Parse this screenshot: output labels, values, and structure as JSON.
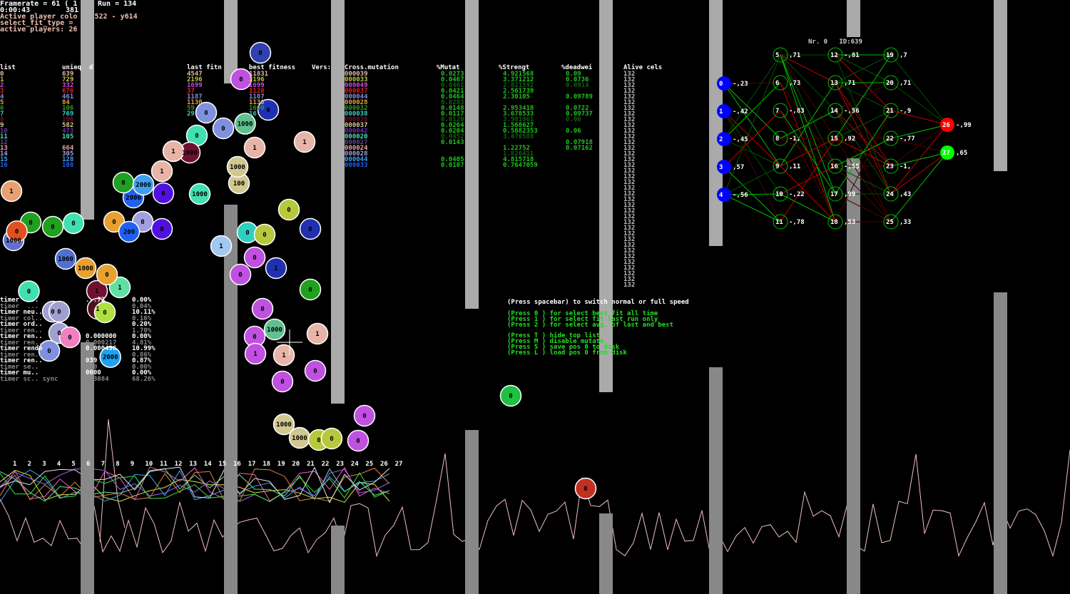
{
  "hud": {
    "framerate": "Framerate = 61 ( 1",
    "time": "0:00:43",
    "frames": "381",
    "run": "Run = 134",
    "active_color": "Active player colo    522 - y614",
    "fit_type": "select_fit_type =",
    "active_players": "active players: 26"
  },
  "table": {
    "headers": {
      "list": "list",
      "unique": "unieq  d",
      "last_fitness": "last fitn",
      "best_fitness": "best fitness",
      "version": "Vers:",
      "cross": "Cross.mutation",
      "mutation": "%Mutat",
      "strength": "%Strengt",
      "deadweight": "%deadwei",
      "alive": "Alive cels"
    },
    "rows": [
      {
        "id": "0",
        "unique": "639",
        "last": "4547",
        "best": "11831",
        "cross": "000039",
        "mut": "0.0273",
        "str": "4.921568",
        "dead": "0.09",
        "alive": "132",
        "color": "#e8b4a8"
      },
      {
        "id": "1",
        "unique": "729",
        "last": "2196",
        "best": "2196",
        "cross": "000033",
        "mut": "0.0467",
        "str": "3.371212",
        "dead": "0.0736",
        "alive": "132",
        "color": "#b8c83c"
      },
      {
        "id": "2",
        "unique": "332",
        "last": "1699",
        "best": "1699",
        "cross": "000049",
        "mut": "0.0461",
        "str": "2.821592",
        "dead": "0.0914",
        "alive": "132",
        "color": "#c050e0"
      },
      {
        "id": "3",
        "unique": "676",
        "last": "37",
        "best": "1120",
        "cross": "000037",
        "mut": "0.0421",
        "str": "2.561739",
        "dead": "",
        "alive": "132",
        "color": "#e02020"
      },
      {
        "id": "4",
        "unique": "461",
        "last": "1187",
        "best": "1187",
        "cross": "000044",
        "mut": "0.0464",
        "str": "2.30105",
        "dead": "0.09789",
        "alive": "132",
        "color": "#8090e0"
      },
      {
        "id": "5",
        "unique": "84",
        "last": "1130",
        "best": "1130",
        "cross": "000028",
        "mut": "0.0283",
        "str": "",
        "dead": "",
        "alive": "132",
        "color": "#e8a030"
      },
      {
        "id": "6",
        "unique": "106",
        "last": "59",
        "best": "1600",
        "cross": "000032",
        "mut": "0.0148",
        "str": "2.953418",
        "dead": "0.0722",
        "alive": "132",
        "color": "#20a020"
      },
      {
        "id": "7",
        "unique": "769",
        "last": "29",
        "best": "16",
        "cross": "000038",
        "mut": "0.0117",
        "str": "3.678533",
        "dead": "0.09737",
        "alive": "132",
        "color": "#30d0c0"
      },
      {
        "id": "8",
        "unique": "106",
        "last": "",
        "best": "",
        "cross": "000076",
        "mut": "0.0120",
        "str": "3.901961",
        "dead": "0.06",
        "alive": "132",
        "color": "#701030"
      },
      {
        "id": "9",
        "unique": "582",
        "last": "",
        "best": "",
        "cross": "000037",
        "mut": "0.0264",
        "str": "1.568627",
        "dead": "",
        "alive": "132",
        "color": "#d0c890"
      },
      {
        "id": "10",
        "unique": "473",
        "last": "",
        "best": "",
        "cross": "000042",
        "mut": "0.0204",
        "str": "0.5882353",
        "dead": "0.06",
        "alive": "132",
        "color": "#7030a0"
      },
      {
        "id": "11",
        "unique": "105",
        "last": "",
        "best": "",
        "cross": "000020",
        "mut": "0.0452",
        "str": "3.470588",
        "dead": "",
        "alive": "132",
        "color": "#40e0b0"
      },
      {
        "id": "12",
        "unique": "",
        "last": "",
        "best": "",
        "cross": "000027",
        "mut": "0.0143",
        "str": "",
        "dead": "0.07918",
        "alive": "132",
        "color": "#6040a0"
      },
      {
        "id": "13",
        "unique": "664",
        "last": "",
        "best": "",
        "cross": "000024",
        "mut": "",
        "str": "1.22752",
        "dead": "0.07162",
        "alive": "132",
        "color": "#f0a0a0"
      },
      {
        "id": "14",
        "unique": "305",
        "last": "",
        "best": "",
        "cross": "000028",
        "mut": "",
        "str": "1.826411",
        "dead": "",
        "alive": "132",
        "color": "#a0a0e0"
      },
      {
        "id": "15",
        "unique": "128",
        "last": "",
        "best": "",
        "cross": "000044",
        "mut": "0.0405",
        "str": "4.815718",
        "dead": "",
        "alive": "132",
        "color": "#40a0f0"
      },
      {
        "id": "16",
        "unique": "108",
        "last": "",
        "best": "",
        "cross": "000033",
        "mut": "0.0107",
        "str": "0.7647059",
        "dead": "",
        "alive": "132",
        "color": "#2060f0"
      }
    ]
  },
  "timers": [
    {
      "label": "timer  ...",
      "value": "...72",
      "pct": "0.00%"
    },
    {
      "label": "timer  ...",
      "value": "",
      "pct": "0.04%"
    },
    {
      "label": "timer neu..",
      "value": "",
      "pct": "10.11%"
    },
    {
      "label": "timer col..",
      "value": "",
      "pct": "0.16%"
    },
    {
      "label": "timer ord..",
      "value": "",
      "pct": "0.20%"
    },
    {
      "label": "timer ren..",
      "value": "",
      "pct": "1.70%"
    },
    {
      "label": "timer ren..",
      "value": "0.000000",
      "pct": "0.00%"
    },
    {
      "label": "timer ren..",
      "value": "0.000217",
      "pct": "4.81%"
    },
    {
      "label": "timer rende",
      "value": "0.000496",
      "pct": "10.99%"
    },
    {
      "label": "timer ren..",
      "value": "",
      "pct": "0.86%"
    },
    {
      "label": "timer ren..",
      "value": "039",
      "pct": "0.87%"
    },
    {
      "label": "timer se..",
      "value": "000",
      "pct": "0.00%"
    },
    {
      "label": "timer mu..",
      "value": "0000",
      "pct": "0.00%"
    },
    {
      "label": "timer sc.. sync",
      "value": "003084",
      "pct": "68.26%"
    }
  ],
  "instructions": {
    "speed": "(Press spacebar) to switch normal or full speed",
    "lines1": [
      "(Press 0 ) for select best fit all time",
      "(Press 1 ) for select fit last run only",
      "(Press 2 ) for select avg. of last and best"
    ],
    "lines2": [
      "(Press T ) hide top list",
      "(Press M ) disable mutate",
      "(Press S ) save pos 0 to disk",
      "(Press L ) load pos 0 from disk"
    ]
  },
  "network": {
    "title": "Nr. 0   ID:639",
    "nodes": [
      {
        "id": "0",
        "v": "-,23"
      },
      {
        "id": "1",
        "v": "-,42"
      },
      {
        "id": "2",
        "v": "-,45"
      },
      {
        "id": "3",
        "v": ",57"
      },
      {
        "id": "4",
        "v": "-,56"
      },
      {
        "id": "5",
        "v": ",71"
      },
      {
        "id": "6",
        "v": ",73"
      },
      {
        "id": "7",
        "v": "-,83"
      },
      {
        "id": "8",
        "v": "-1,"
      },
      {
        "id": "9",
        "v": ",11"
      },
      {
        "id": "10",
        "v": "-,22"
      },
      {
        "id": "11",
        "v": "-,78"
      },
      {
        "id": "12",
        "v": "-,81"
      },
      {
        "id": "13",
        "v": ",71"
      },
      {
        "id": "14",
        "v": "-,56"
      },
      {
        "id": "15",
        "v": ",92"
      },
      {
        "id": "16",
        "v": "-,55"
      },
      {
        "id": "17",
        "v": ",99"
      },
      {
        "id": "18",
        "v": ",53"
      },
      {
        "id": "19",
        "v": ",7"
      },
      {
        "id": "20",
        "v": ",71"
      },
      {
        "id": "21",
        "v": "-,9"
      },
      {
        "id": "22",
        "v": "-,77"
      },
      {
        "id": "23",
        "v": "-1,"
      },
      {
        "id": "24",
        "v": ",43"
      },
      {
        "id": "25",
        "v": ",33"
      },
      {
        "id": "26",
        "v": "-,99"
      },
      {
        "id": "27",
        "v": ",65"
      }
    ],
    "colors": {
      "input": "#0000ff",
      "output_a": "#ff0000",
      "output_b": "#00ff00",
      "hidden_ring": "#00c000"
    }
  },
  "graph": {
    "x_labels": [
      "1",
      "2",
      "3",
      "4",
      "5",
      "6",
      "7",
      "8",
      "9",
      "10",
      "11",
      "12",
      "13",
      "14",
      "15",
      "16",
      "17",
      "18",
      "19",
      "20",
      "21",
      "22",
      "23",
      "24",
      "25",
      "26",
      "27"
    ]
  },
  "balls": [
    {
      "l": "0",
      "c": "#3040b0"
    },
    {
      "l": "0",
      "c": "#c050e0"
    },
    {
      "l": "0",
      "c": "#8090e0"
    },
    {
      "l": "0",
      "c": "#8090e0"
    },
    {
      "l": "1000",
      "c": "#60c090"
    },
    {
      "l": "0",
      "c": "#2030b0"
    },
    {
      "l": "1",
      "c": "#e8b4a8"
    },
    {
      "l": "1",
      "c": "#e8b4a8"
    },
    {
      "l": "0",
      "c": "#40e0b0"
    },
    {
      "l": "1000",
      "c": "#701030"
    },
    {
      "l": "1",
      "c": "#e8b4a8"
    },
    {
      "l": "100",
      "c": "#d0c890"
    },
    {
      "l": "2000",
      "c": "#2060f0"
    },
    {
      "l": "0",
      "c": "#20a020"
    },
    {
      "l": "2000",
      "c": "#40a0f0"
    },
    {
      "l": "0",
      "c": "#5010e0"
    },
    {
      "l": "1000",
      "c": "#40e0b0"
    },
    {
      "l": "1000",
      "c": "#d0c890"
    },
    {
      "l": "1",
      "c": "#e8b4a8"
    },
    {
      "l": "0",
      "c": "#b8c83c"
    },
    {
      "l": "0",
      "c": "#20a020"
    },
    {
      "l": "0",
      "c": "#20a020"
    },
    {
      "l": "0",
      "c": "#40e0b0"
    },
    {
      "l": "1000",
      "c": "#6070d0"
    },
    {
      "l": "1000",
      "c": "#e8a030"
    },
    {
      "l": "0",
      "c": "#e8a030"
    },
    {
      "l": "1",
      "c": "#701030"
    },
    {
      "l": "0",
      "c": "#a0a0e0"
    },
    {
      "l": "200",
      "c": "#2060f0"
    },
    {
      "l": "0",
      "c": "#5010e0"
    },
    {
      "l": "1",
      "c": "#a0c8f0"
    },
    {
      "l": "0",
      "c": "#30d0c0"
    },
    {
      "l": "0",
      "c": "#b8c83c"
    },
    {
      "l": "0",
      "c": "#c050e0"
    },
    {
      "l": "0",
      "c": "#2030b0"
    },
    {
      "l": "0",
      "c": "#c050e0"
    },
    {
      "l": "1",
      "c": "#2030b0"
    },
    {
      "l": "0",
      "c": "#20a020"
    },
    {
      "l": "0",
      "c": "#c050e0"
    },
    {
      "l": "1000",
      "c": "#60c090"
    },
    {
      "l": "1",
      "c": "#e8b4a8"
    },
    {
      "l": "0",
      "c": "#c050e0"
    },
    {
      "l": "1",
      "c": "#c050e0"
    },
    {
      "l": "1",
      "c": "#e8b4a8"
    },
    {
      "l": "0",
      "c": "#c050e0"
    },
    {
      "l": "0",
      "c": "#c050e0"
    },
    {
      "l": "1000",
      "c": "#d0c890"
    },
    {
      "l": "1000",
      "c": "#d0c890"
    },
    {
      "l": "0",
      "c": "#b8c83c"
    },
    {
      "l": "0",
      "c": "#b8c83c"
    },
    {
      "l": "0",
      "c": "#c050e0"
    },
    {
      "l": "0",
      "c": "#c050e0"
    },
    {
      "l": "0",
      "c": "#20c040"
    },
    {
      "l": "0",
      "c": "#c03020"
    },
    {
      "l": "1",
      "c": "#e8a070"
    },
    {
      "l": "0",
      "c": "#e05020"
    },
    {
      "l": "0",
      "c": "#a0a0d0"
    },
    {
      "l": "1",
      "c": "#501020"
    },
    {
      "l": "2000",
      "c": "#20a0f0"
    },
    {
      "l": "0",
      "c": "#a0a0d0"
    },
    {
      "l": "0",
      "c": "#a0a0d0"
    },
    {
      "l": "0",
      "c": "#f080c0"
    },
    {
      "l": "1",
      "c": "#60e0a0"
    },
    {
      "l": "0",
      "c": "#b0e040"
    },
    {
      "l": "1000",
      "c": "#5070d0"
    },
    {
      "l": "0",
      "c": "#40e0b0"
    },
    {
      "l": "0",
      "c": "#e8a030"
    },
    {
      "l": "0",
      "c": "#8090e0"
    }
  ]
}
